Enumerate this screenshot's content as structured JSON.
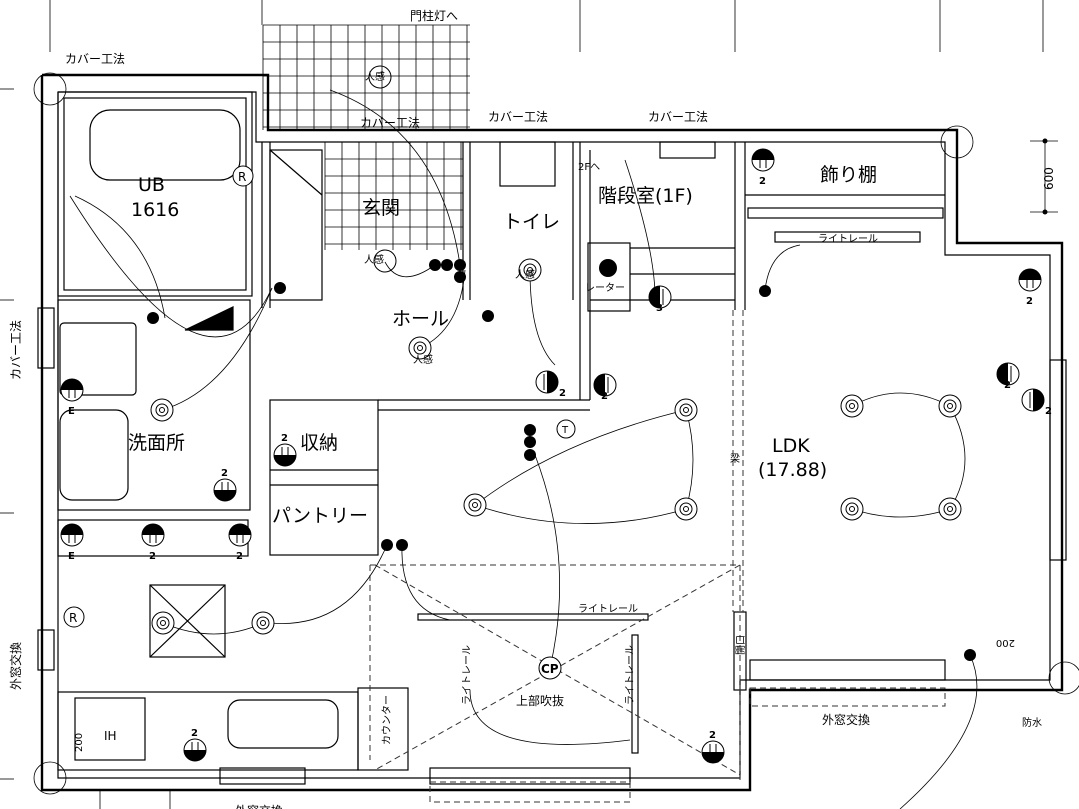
{
  "title": "1F 電気配線計画図",
  "notes": {
    "gate_light": "門柱灯へ",
    "cover_method": "カバー工法",
    "window_replace": "外窓交換",
    "light_rail": "ライトレール",
    "to_2f": "2Fへ",
    "heater": "レーター",
    "beam": "梁",
    "opening": "開口",
    "waterproof": "防水",
    "dimension_600": "600",
    "counter": "カウンター",
    "motion_sensor": "人感",
    "cp": "CP",
    "thermo": "T",
    "r_mark": "R",
    "ih": "IH",
    "v200": "200"
  },
  "rooms": {
    "ub": "UB",
    "ub_size": "1616",
    "genkan": "玄関",
    "toilet": "トイレ",
    "stair": "階段室(1F)",
    "shelf": "飾り棚",
    "hall": "ホール",
    "washroom": "洗面所",
    "storage": "収納",
    "pantry": "パントリー",
    "ldk": "LDK",
    "ldk_area": "(17.88)",
    "void": "上部吹抜"
  },
  "outlet_labels": [
    "E",
    "2",
    "2",
    "2",
    "E",
    "2",
    "2",
    "2",
    "2",
    "2",
    "2",
    "2",
    "2",
    "2",
    "3"
  ]
}
